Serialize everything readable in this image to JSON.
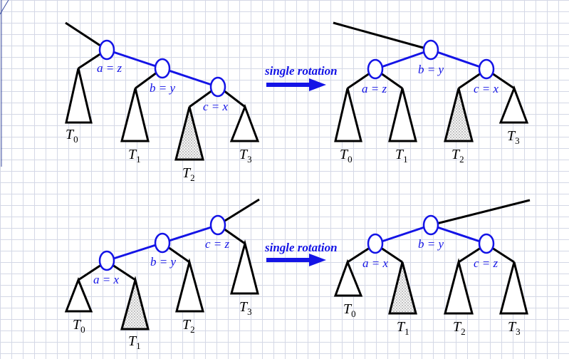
{
  "arrow_label": "single rotation",
  "subtree_letter": "T",
  "top_left": {
    "a": "a = z",
    "b": "b = y",
    "c": "c = x",
    "t0": "0",
    "t1": "1",
    "t2": "2",
    "t3": "3"
  },
  "top_right": {
    "a": "a = z",
    "b": "b = y",
    "c": "c = x",
    "t0": "0",
    "t1": "1",
    "t2": "2",
    "t3": "3"
  },
  "bottom_left": {
    "a": "a = x",
    "b": "b = y",
    "c": "c = z",
    "t0": "0",
    "t1": "1",
    "t2": "2",
    "t3": "3"
  },
  "bottom_right": {
    "a": "a = x",
    "b": "b = y",
    "c": "c = z",
    "t0": "0",
    "t1": "1",
    "t2": "2",
    "t3": "3"
  },
  "colors": {
    "edge": "#1414e6",
    "node_outline": "#1414e6",
    "subtree_outline": "#000000"
  }
}
